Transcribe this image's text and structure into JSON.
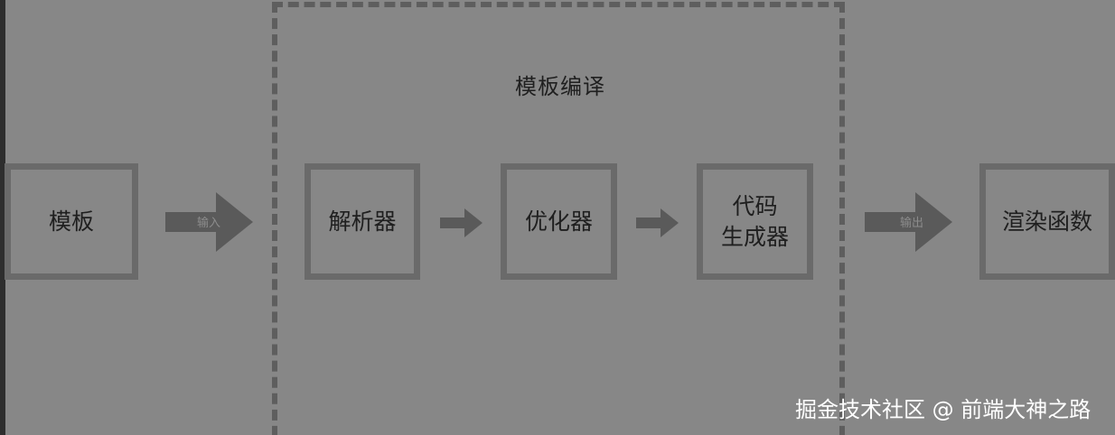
{
  "diagram": {
    "group_title": "模板编译",
    "nodes": [
      {
        "id": "template",
        "label": "模板"
      },
      {
        "id": "parser",
        "label": "解析器"
      },
      {
        "id": "optimizer",
        "label": "优化器"
      },
      {
        "id": "codegen",
        "label": "代码\n生成器"
      },
      {
        "id": "render-fn",
        "label": "渲染函数"
      }
    ],
    "edges": [
      {
        "from": "template",
        "to": "parser",
        "label": "输入"
      },
      {
        "from": "parser",
        "to": "optimizer",
        "label": ""
      },
      {
        "from": "optimizer",
        "to": "codegen",
        "label": ""
      },
      {
        "from": "codegen",
        "to": "render-fn",
        "label": "输出"
      }
    ]
  },
  "watermark": "掘金技术社区 @ 前端大神之路",
  "colors": {
    "background": "#878787",
    "box_border": "#6a6a6a",
    "dashed_border": "#5e5e5e",
    "arrow": "#5a5a5a",
    "text": "#1f1f1f",
    "watermark": "#ffffff"
  }
}
